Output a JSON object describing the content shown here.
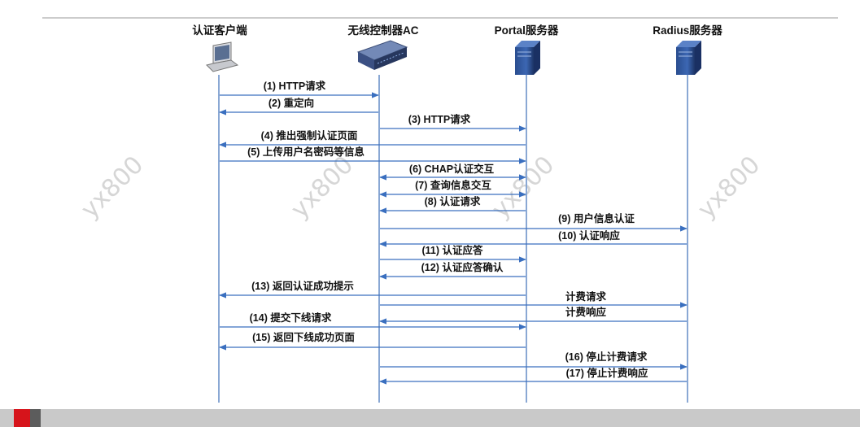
{
  "participants": [
    {
      "id": "client",
      "label": "认证客户端",
      "icon": "laptop-icon"
    },
    {
      "id": "ac",
      "label": "无线控制器AC",
      "icon": "controller-device-icon"
    },
    {
      "id": "portal",
      "label": "Portal服务器",
      "icon": "server-tower-icon"
    },
    {
      "id": "radius",
      "label": "Radius服务器",
      "icon": "server-tower-icon"
    }
  ],
  "messages": [
    {
      "label": "(1)  HTTP请求",
      "from": "client",
      "to": "ac"
    },
    {
      "label": "(2)  重定向",
      "from": "ac",
      "to": "client"
    },
    {
      "label": "(3)  HTTP请求",
      "from": "ac",
      "to": "portal"
    },
    {
      "label": "(4)  推出强制认证页面",
      "from": "portal",
      "to": "client"
    },
    {
      "label": "(5)  上传用户名密码等信息",
      "from": "client",
      "to": "portal"
    },
    {
      "label": "(6)  CHAP认证交互",
      "from": "ac",
      "to": "portal",
      "bidirectional": true
    },
    {
      "label": "(7)  查询信息交互",
      "from": "ac",
      "to": "portal",
      "bidirectional": true
    },
    {
      "label": "(8)  认证请求",
      "from": "portal",
      "to": "ac"
    },
    {
      "label": "(9)  用户信息认证",
      "from": "ac",
      "to": "radius"
    },
    {
      "label": "(10)  认证响应",
      "from": "radius",
      "to": "ac"
    },
    {
      "label": "(11)  认证应答",
      "from": "ac",
      "to": "portal"
    },
    {
      "label": "(12)  认证应答确认",
      "from": "portal",
      "to": "ac"
    },
    {
      "label": "(13)  返回认证成功提示",
      "from": "portal",
      "to": "client"
    },
    {
      "label": "计费请求",
      "from": "ac",
      "to": "radius"
    },
    {
      "label": "计费响应",
      "from": "radius",
      "to": "ac"
    },
    {
      "label": "(14)  提交下线请求",
      "from": "client",
      "to": "portal"
    },
    {
      "label": "(15)  返回下线成功页面",
      "from": "portal",
      "to": "client"
    },
    {
      "label": "(16)  停止计费请求",
      "from": "ac",
      "to": "radius"
    },
    {
      "label": "(17)  停止计费响应",
      "from": "radius",
      "to": "ac"
    }
  ],
  "watermark": "yx800",
  "colors": {
    "lifeline": "#8aa8d4",
    "arrow": "#3a6fbf",
    "text": "#111111",
    "footer_accent": "#d6141b"
  }
}
